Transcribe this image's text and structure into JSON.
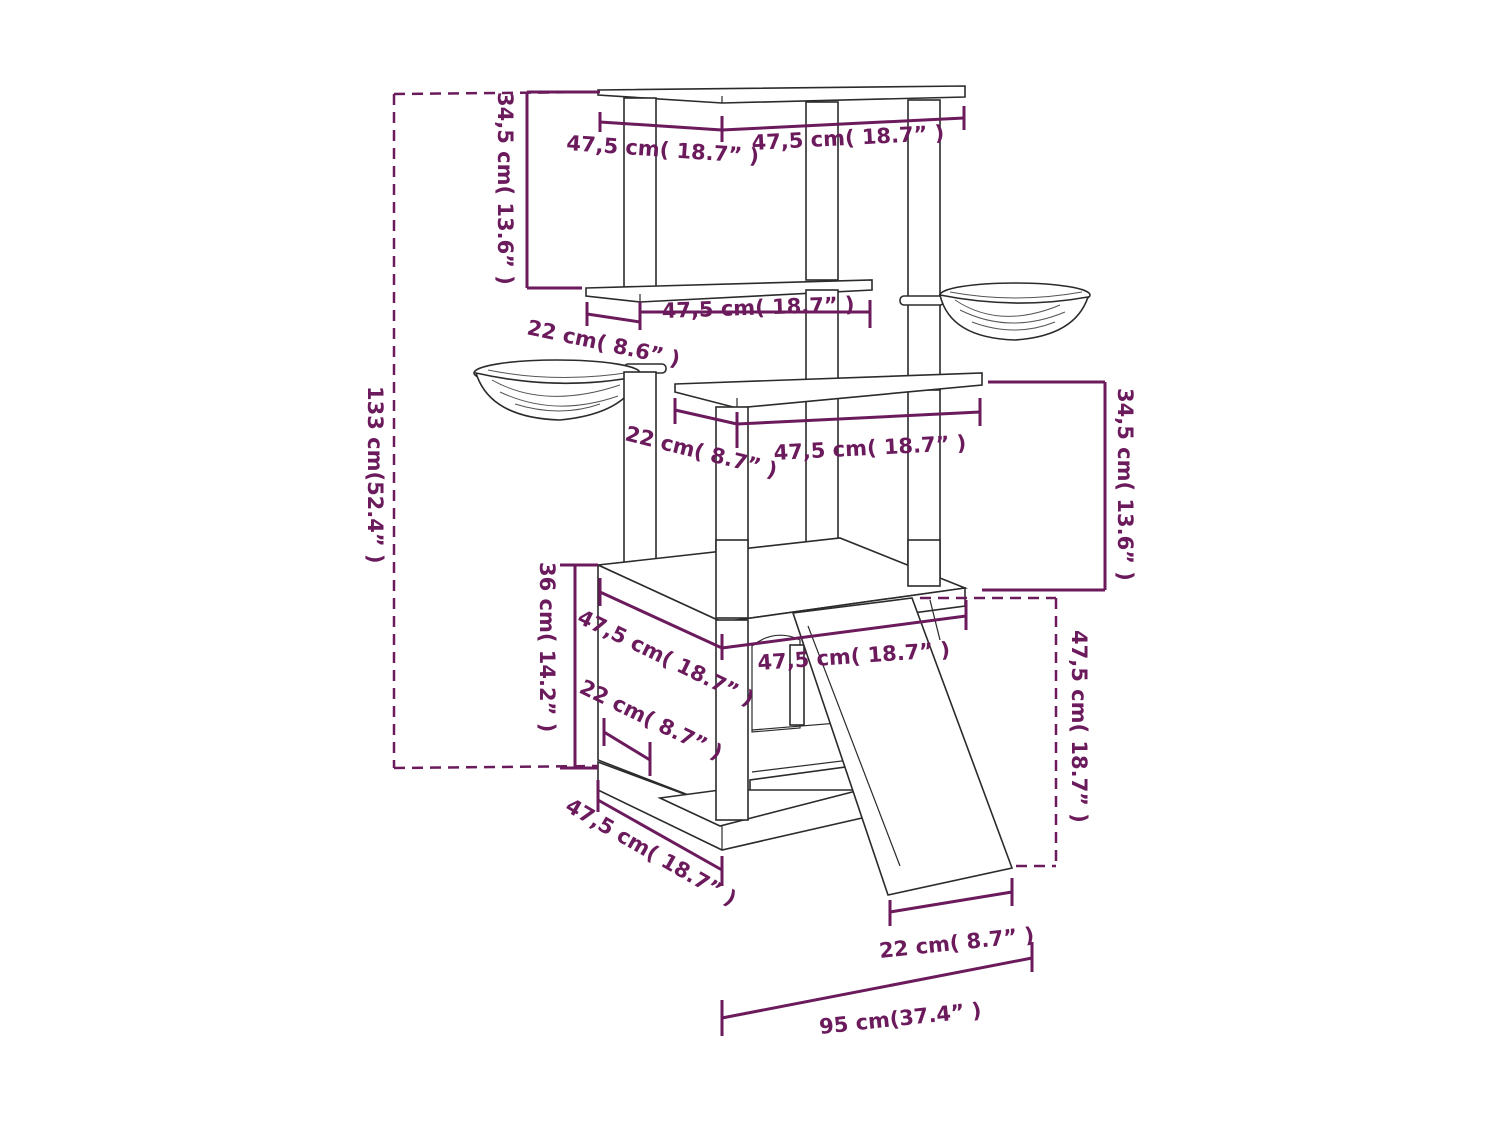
{
  "labels": {
    "top_depth": "47,5 cm( 18.7” )",
    "top_width": "47,5 cm( 18.7” )",
    "top_height": "34,5 cm( 13.6” )",
    "shelf1_width": "47,5 cm( 18.7” )",
    "shelf1_depth": "22 cm( 8.6” )",
    "total_height": "133 cm(52.4” )",
    "shelf2_depth": "22 cm( 8.7” )",
    "shelf2_width": "47,5 cm( 18.7” )",
    "shelf2_height": "34,5 cm( 13.6” )",
    "box_height": "36 cm( 14.2” )",
    "box_depth": "47,5 cm( 18.7” )",
    "box_width": "47,5 cm( 18.7” )",
    "box_entry": "22 cm( 8.7” )",
    "ramp_height": "47,5 cm( 18.7” )",
    "base_depth": "47,5 cm( 18.7” )",
    "ramp_width": "22 cm( 8.7” )",
    "total_width": "95 cm(37.4” )"
  }
}
